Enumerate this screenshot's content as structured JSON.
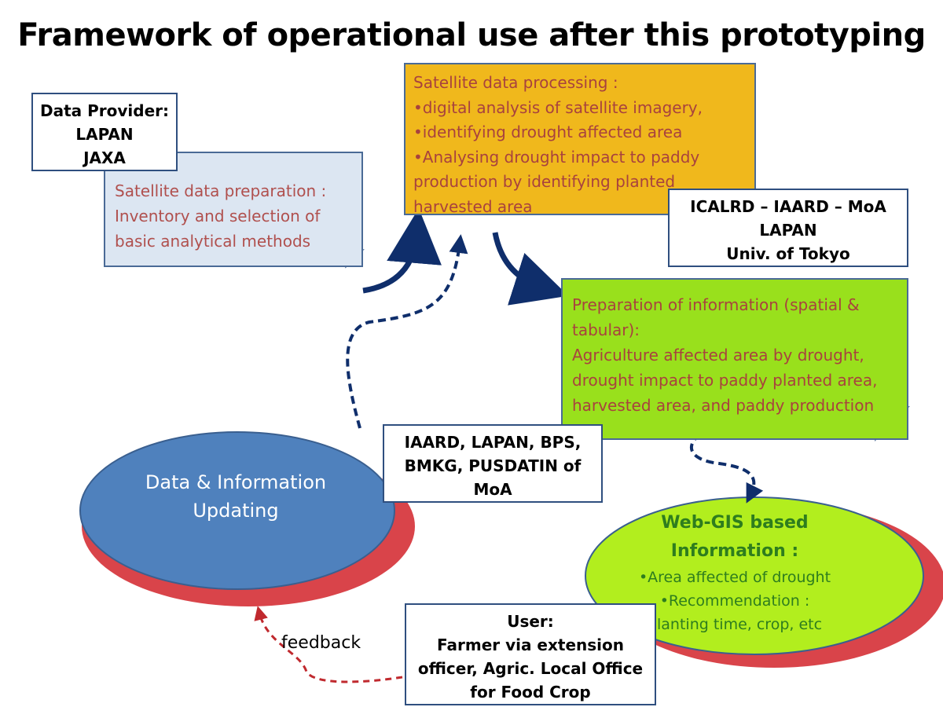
{
  "title": "Framework of operational use after this prototyping",
  "data_provider": {
    "heading": "Data Provider:",
    "lines": [
      "LAPAN",
      "JAXA"
    ]
  },
  "satellite_prep": {
    "lines": [
      "Satellite data preparation :",
      "Inventory and selection of",
      "basic analytical methods"
    ]
  },
  "satellite_processing": {
    "lines": [
      "Satellite data processing :",
      "•digital analysis of satellite imagery,",
      "•identifying drought affected area",
      "•Analysing drought impact to paddy",
      "production by identifying planted",
      "harvested area"
    ]
  },
  "institutions": {
    "lines": [
      "ICALRD – IAARD – MoA",
      "LAPAN",
      "Univ. of Tokyo"
    ]
  },
  "information_prep": {
    "lines": [
      "Preparation of information (spatial &",
      "tabular):",
      "Agriculture affected area by drought,",
      "drought impact to paddy planted area,",
      "harvested area, and paddy production"
    ]
  },
  "agencies": {
    "lines": [
      "IAARD, LAPAN, BPS,",
      "BMKG, PUSDATIN of",
      "MoA"
    ]
  },
  "data_updating": {
    "lines": [
      "Data & Information",
      "Updating"
    ]
  },
  "webgis": {
    "title_lines": [
      "Web-GIS based",
      "Information :"
    ],
    "items": [
      "•Area affected of drought",
      "•Recommendation :",
      "planting time, crop, etc"
    ]
  },
  "user": {
    "lines": [
      "User:",
      "Farmer via extension",
      "officer, Agric. Local Office",
      "for Food Crop"
    ]
  },
  "feedback_label": "feedback",
  "colors": {
    "processing_fill": "#f0b81c",
    "prep_fill": "#dce6f2",
    "info_fill": "#99e01c",
    "webgis_fill": "#b2ee1e",
    "updating_fill": "#4f81bd",
    "shadow_red": "#d9444a",
    "arrow_navy": "#0f2e6b",
    "feedback_red": "#c0292e"
  }
}
